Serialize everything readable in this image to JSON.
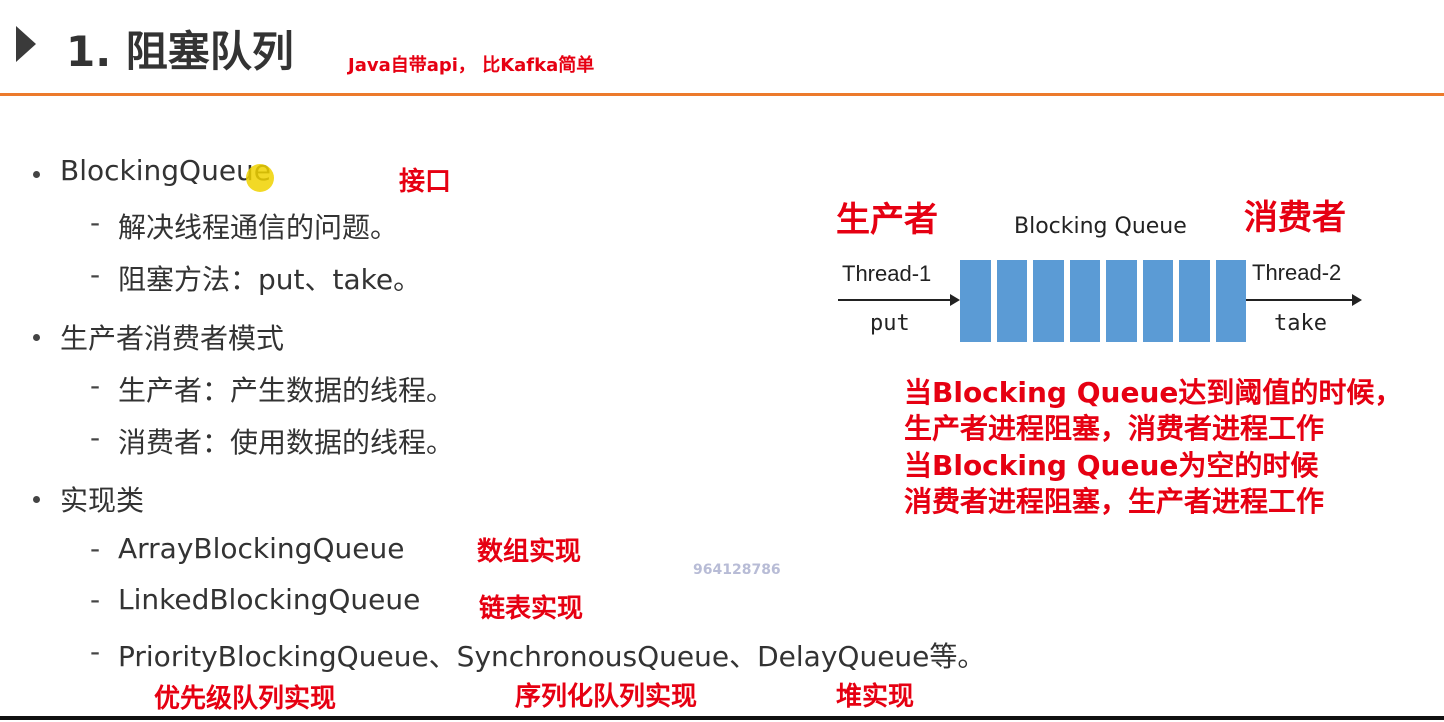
{
  "header": {
    "title": "1. 阻塞队列",
    "note": "Java自带api， 比Kafka简单"
  },
  "bullets": {
    "item1": {
      "label": "BlockingQueue",
      "note": "接口",
      "subs": [
        "解决线程通信的问题。",
        "阻塞方法：put、take。"
      ]
    },
    "item2": {
      "label": "生产者消费者模式",
      "subs": [
        "生产者：产生数据的线程。",
        "消费者：使用数据的线程。"
      ]
    },
    "item3": {
      "label": "实现类",
      "subs": [
        "ArrayBlockingQueue",
        "LinkedBlockingQueue",
        "PriorityBlockingQueue、SynchronousQueue、DelayQueue等。"
      ],
      "notes": [
        "数组实现",
        "链表实现"
      ],
      "bottom_notes": [
        "优先级队列实现",
        "序列化队列实现",
        "堆实现"
      ]
    }
  },
  "watermark": "964128786",
  "diagram": {
    "producer": "生产者",
    "consumer": "消费者",
    "queue_title": "Blocking Queue",
    "thread_left": "Thread-1",
    "thread_right": "Thread-2",
    "op_left": "put",
    "op_right": "take",
    "notes": [
      "当Blocking Queue达到阈值的时候，",
      "生产者进程阻塞，消费者进程工作",
      "当Blocking Queue为空的时候",
      "消费者进程阻塞，生产者进程工作"
    ]
  },
  "colors": {
    "accent_orange": "#ec7a2c",
    "annotation_red": "#e60012",
    "queue_blue": "#5b9bd5"
  }
}
